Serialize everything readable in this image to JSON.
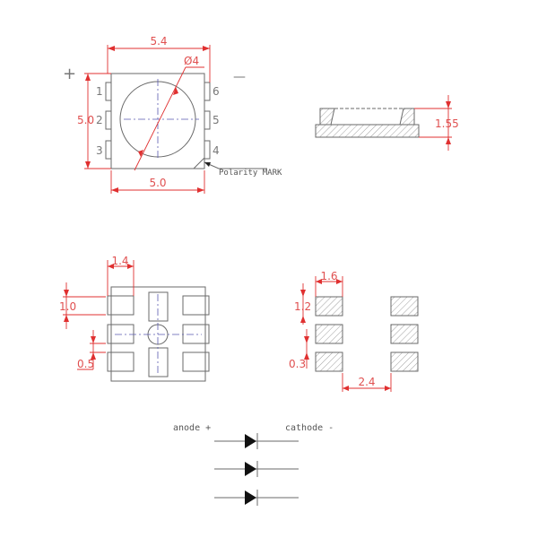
{
  "top_view": {
    "width_label": "5.4",
    "height_label": "5.0",
    "bottom_width_label": "5.0",
    "lens_label": "Ø4",
    "plus": "+",
    "minus": "—",
    "pins": [
      "1",
      "2",
      "3",
      "6",
      "5",
      "4"
    ],
    "polarity_label": "Polarity MARK"
  },
  "side_view": {
    "height_label": "1.55"
  },
  "bottom_view": {
    "pad_width": "1.4",
    "pad_height": "1.0",
    "pad_gap": "0.5"
  },
  "footprint": {
    "pad_width": "1.6",
    "pad_height": "1.2",
    "pad_gap": "0.3",
    "pad_spacing": "2.4"
  },
  "schematic": {
    "anode_label": "anode +",
    "cathode_label": "cathode -"
  },
  "colors": {
    "dimension": "#e03030",
    "outline": "#6a6a6a",
    "centerline": "#5a5ab0"
  }
}
